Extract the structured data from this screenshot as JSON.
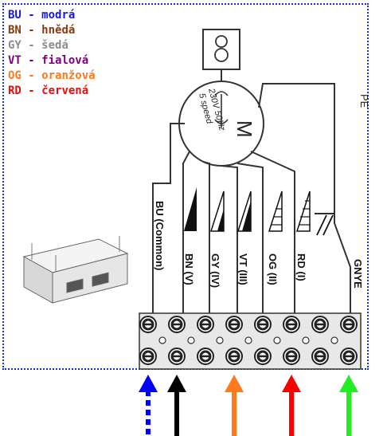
{
  "legend": [
    {
      "code": "BU",
      "name": "modrá",
      "color": "#1a1ad6"
    },
    {
      "code": "BN",
      "name": "hnědá",
      "color": "#8b3a10"
    },
    {
      "code": "GY",
      "name": "šedá",
      "color": "#8c8c8c"
    },
    {
      "code": "VT",
      "name": "fialová",
      "color": "#800080"
    },
    {
      "code": "OG",
      "name": "oranžová",
      "color": "#ff7a1a"
    },
    {
      "code": "RD",
      "name": "červená",
      "color": "#e01010"
    }
  ],
  "motor": {
    "symbol": "M",
    "rating": "230V  50Hz",
    "speed": "5 speed"
  },
  "pe_label": "PE",
  "wire_labels": [
    {
      "text": "BU (Common)"
    },
    {
      "text": "BN (V)"
    },
    {
      "text": "GY (IV)"
    },
    {
      "text": "VT (III)"
    },
    {
      "text": "OG (II)"
    },
    {
      "text": "RD (I)"
    },
    {
      "text": "GNYE"
    }
  ],
  "arrows": [
    {
      "color": "#0000ff",
      "style": "dotted"
    },
    {
      "color": "#000000",
      "style": "solid"
    },
    {
      "color": "#ff7a1a",
      "style": "solid"
    },
    {
      "color": "#ff0000",
      "style": "solid"
    },
    {
      "color": "#22ee22",
      "style": "solid"
    }
  ]
}
